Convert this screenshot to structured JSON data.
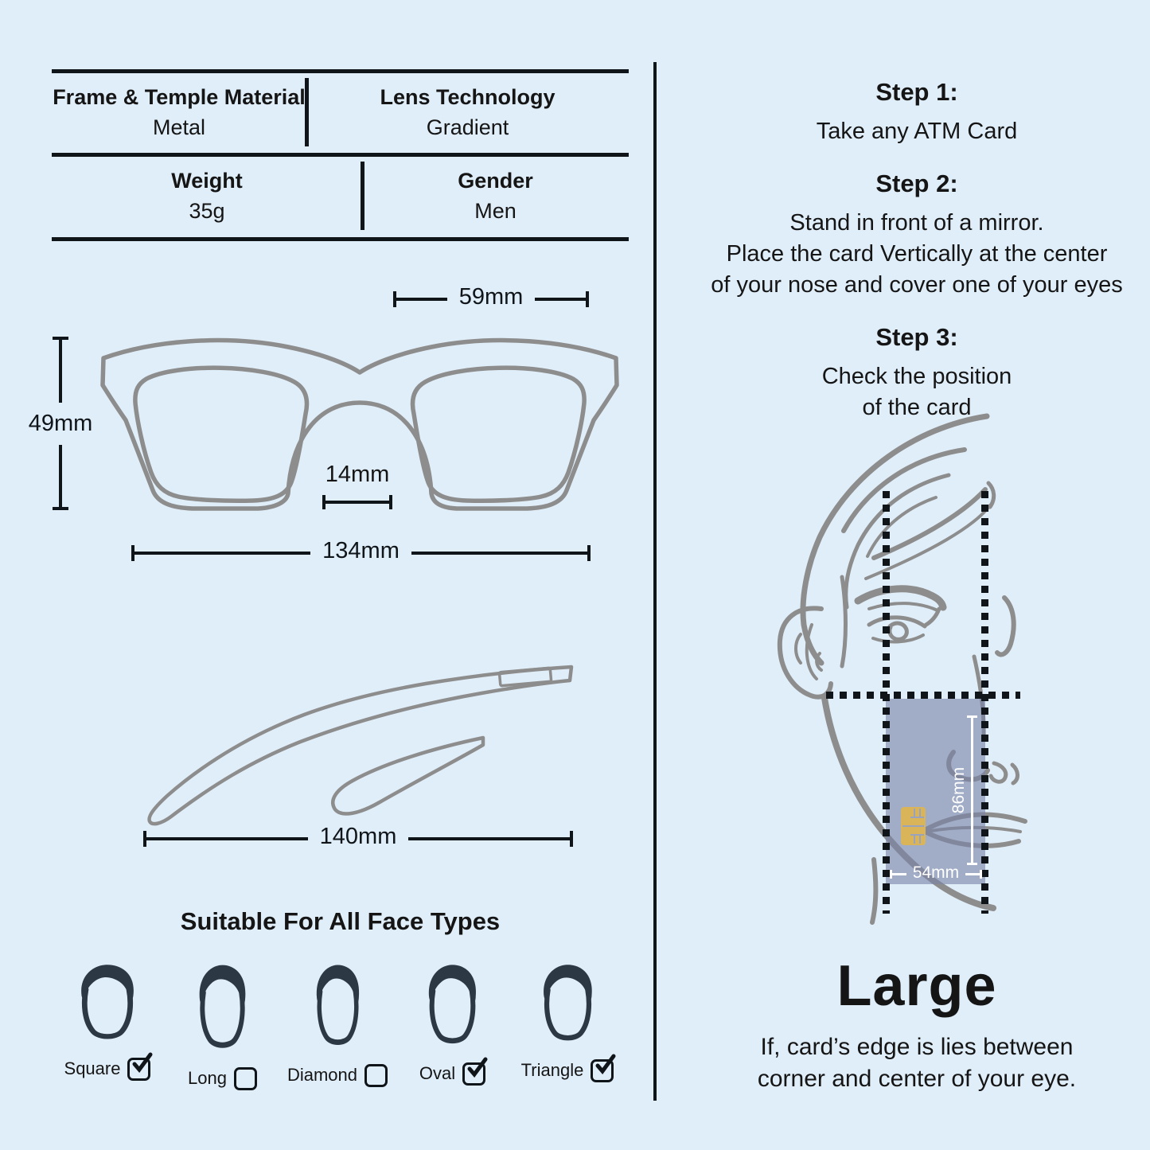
{
  "specs": {
    "rows": [
      {
        "left": {
          "label": "Frame & Temple Material",
          "value": "Metal"
        },
        "right": {
          "label": "Lens Technology",
          "value": "Gradient"
        }
      },
      {
        "left": {
          "label": "Weight",
          "value": "35g"
        },
        "right": {
          "label": "Gender",
          "value": "Men"
        }
      }
    ]
  },
  "front_view": {
    "lens_width": "59mm",
    "lens_height": "49mm",
    "bridge_width": "14mm",
    "frame_width": "134mm"
  },
  "temple_view": {
    "temple_length": "140mm"
  },
  "face_types": {
    "title": "Suitable For All Face Types",
    "items": [
      {
        "label": "Square",
        "checked": true
      },
      {
        "label": "Long",
        "checked": false
      },
      {
        "label": "Diamond",
        "checked": false
      },
      {
        "label": "Oval",
        "checked": true
      },
      {
        "label": "Triangle",
        "checked": true
      }
    ]
  },
  "size_guide": {
    "steps": [
      {
        "title": "Step 1:",
        "body": "Take any ATM Card"
      },
      {
        "title": "Step 2:",
        "body": "Stand in front of a mirror.\nPlace the card Vertically at the center\nof your nose and cover one of your eyes"
      },
      {
        "title": "Step 3:",
        "body": "Check the position\nof the card"
      }
    ],
    "card": {
      "width": "54mm",
      "height": "86mm"
    },
    "result_size": "Large",
    "result_note": "If, card’s edge is lies between\ncorner and center of your eye."
  },
  "colors": {
    "background": "#e0eef9",
    "ink": "#10151a",
    "line_art_gray": "#8d8d8d",
    "card_overlay": "#7a85a8",
    "chip_gold": "#dab459",
    "silhouette": "#2c3844"
  }
}
